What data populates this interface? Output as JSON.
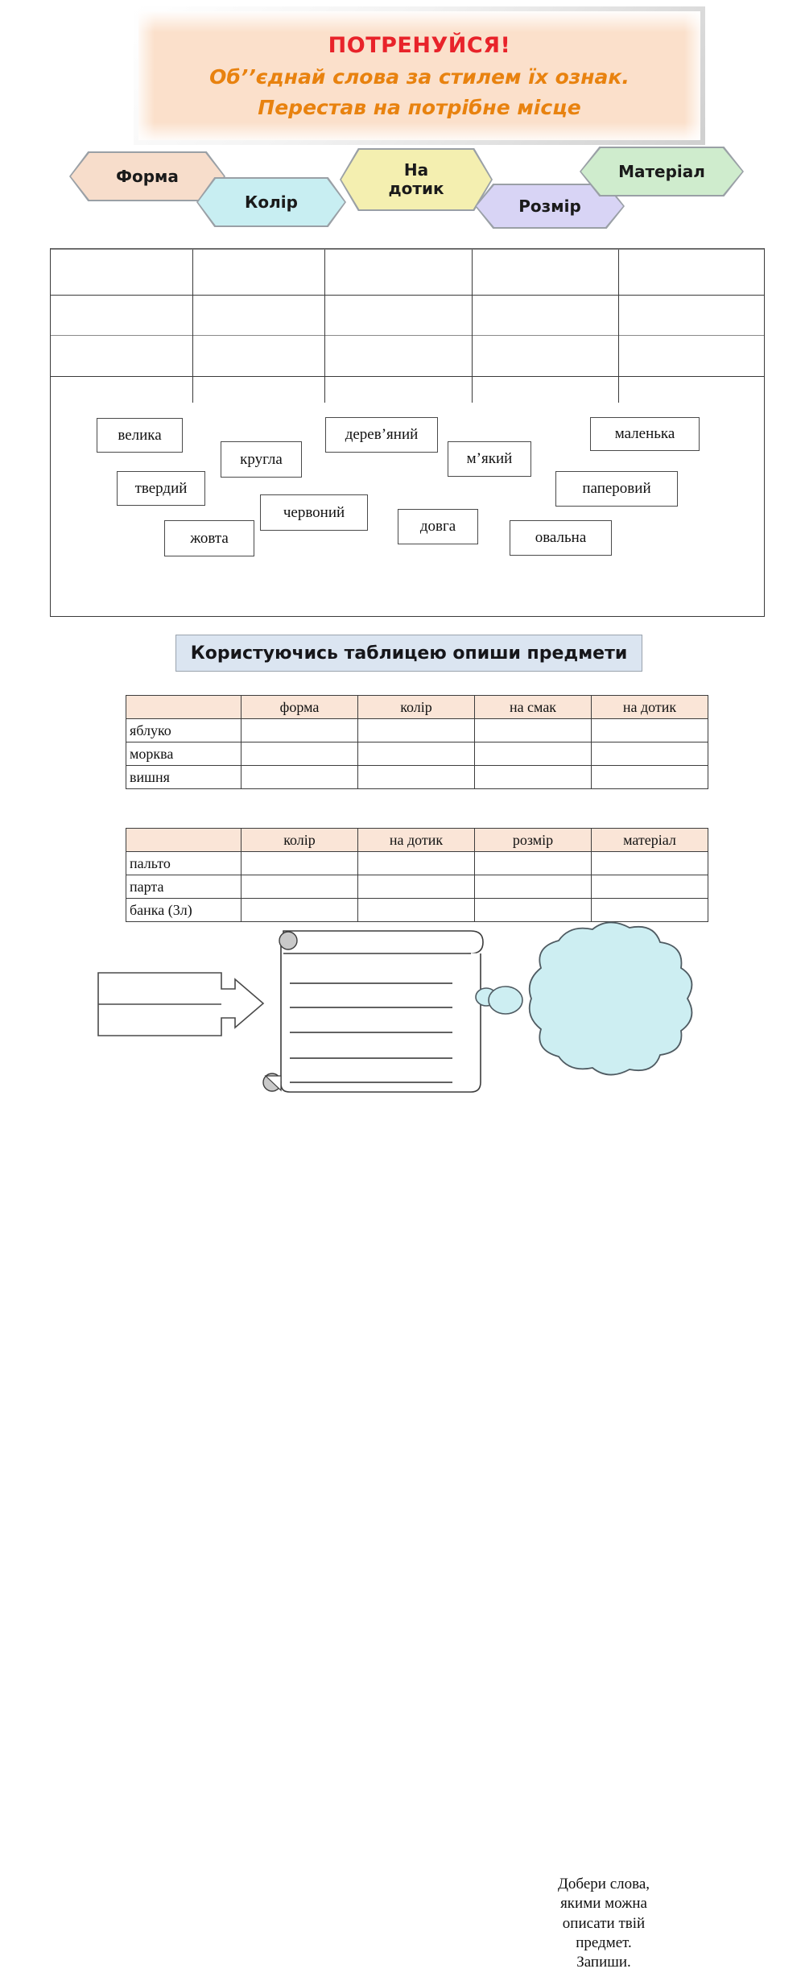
{
  "banner": {
    "line1": "ПОТРЕНУЙСЯ!",
    "line2": "Об’’єднай слова за стилем їх ознак.",
    "line3": "Перестав на потрібне місце",
    "color_title": "#e8232a",
    "color_subtitle": "#e8820f",
    "background": "#fbe0cb"
  },
  "categories": [
    {
      "label": "Форма",
      "color": "#f7ddcb"
    },
    {
      "label": "Колір",
      "color": "#c8eef2"
    },
    {
      "label_line1": "На",
      "label_line2": "дотик",
      "color": "#f4efb0"
    },
    {
      "label": "Розмір",
      "color": "#d8d4f5"
    },
    {
      "label": "Матеріал",
      "color": "#cfeccd"
    }
  ],
  "sorting_grid": {
    "columns": 5,
    "rows": 4,
    "cells": []
  },
  "word_chips": [
    {
      "label": "велика"
    },
    {
      "label": "кругла"
    },
    {
      "label": "дерев’яний"
    },
    {
      "label": "м’який"
    },
    {
      "label": "маленька"
    },
    {
      "label": "твердий"
    },
    {
      "label": "паперовий"
    },
    {
      "label": "червоний"
    },
    {
      "label": "довга"
    },
    {
      "label": "жовта"
    },
    {
      "label": "овальна"
    }
  ],
  "instruction_banner": {
    "text": "Користуючись таблицею опиши предмети",
    "background": "#dbe5f1"
  },
  "table_one": {
    "headers": [
      "",
      "форма",
      "колір",
      "на смак",
      "на дотик"
    ],
    "rows": [
      {
        "label": "яблуко",
        "cells": [
          "",
          "",
          "",
          ""
        ]
      },
      {
        "label": "морква",
        "cells": [
          "",
          "",
          "",
          ""
        ]
      },
      {
        "label": "вишня",
        "cells": [
          "",
          "",
          "",
          ""
        ]
      }
    ],
    "header_background": "#fae5d7"
  },
  "table_two": {
    "headers": [
      "",
      "колір",
      "на дотик",
      "розмір",
      "матеріал"
    ],
    "rows": [
      {
        "label": "пальто",
        "cells": [
          "",
          "",
          "",
          ""
        ]
      },
      {
        "label": "парта",
        "cells": [
          "",
          "",
          "",
          ""
        ]
      },
      {
        "label": "банка (3л)",
        "cells": [
          "",
          "",
          "",
          ""
        ]
      }
    ],
    "header_background": "#fae5d7"
  },
  "thought_cloud": {
    "lines": [
      "Добери слова,",
      "якими можна",
      "описати твій",
      "предмет.",
      "Запиши."
    ],
    "background": "#cdeef2"
  },
  "scroll": {
    "ruled_lines": 5
  },
  "arrow_box": {
    "rows": 2
  }
}
